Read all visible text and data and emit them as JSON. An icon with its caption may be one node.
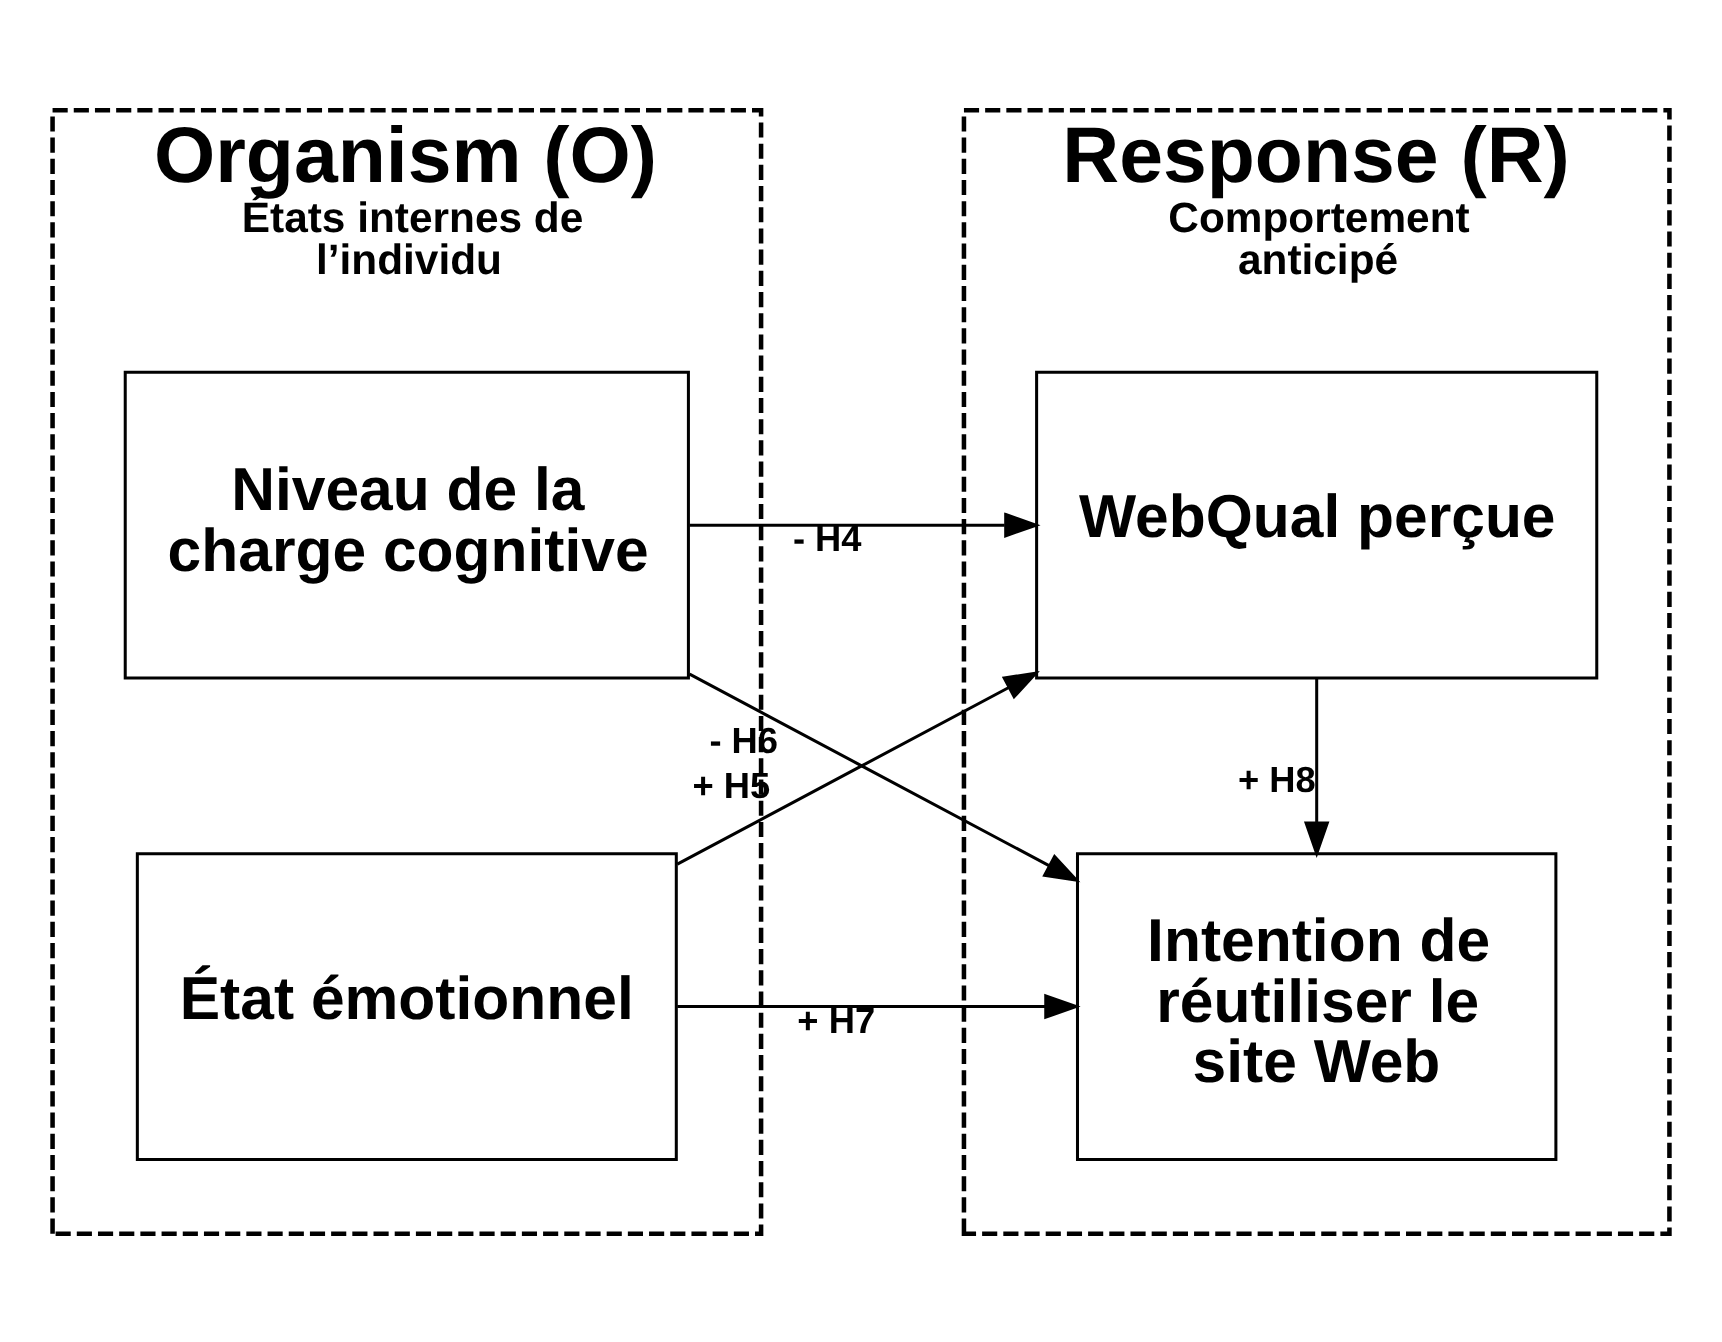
{
  "diagram": {
    "nodes": [
      {
        "text": [
          "Organism (O)",
          "États internes de l’individu"
        ]
      },
      {
        "text": [
          "Response (R)",
          "Comportement anticipé"
        ]
      },
      {
        "text": [
          "Niveau de la charge cognitive"
        ],
        "in": 0
      },
      {
        "text": [
          "État émotionnel"
        ],
        "in": 0
      },
      {
        "text": [
          "WebQual perçue"
        ],
        "in": 1
      },
      {
        "text": [
          "Intention de réutiliser le site Web"
        ],
        "in": 1
      }
    ],
    "edges": [
      {
        "from": 2,
        "to": 4,
        "arrow": "to",
        "label": "- H4"
      },
      {
        "from": 2,
        "to": 5,
        "arrow": "to",
        "label": "- H6"
      },
      {
        "from": 3,
        "to": 4,
        "arrow": "to",
        "label": "+ H5"
      },
      {
        "from": 3,
        "to": 5,
        "arrow": "to",
        "label": "+ H7"
      },
      {
        "from": 4,
        "to": 5,
        "arrow": "to",
        "label": "+ H8"
      }
    ]
  }
}
